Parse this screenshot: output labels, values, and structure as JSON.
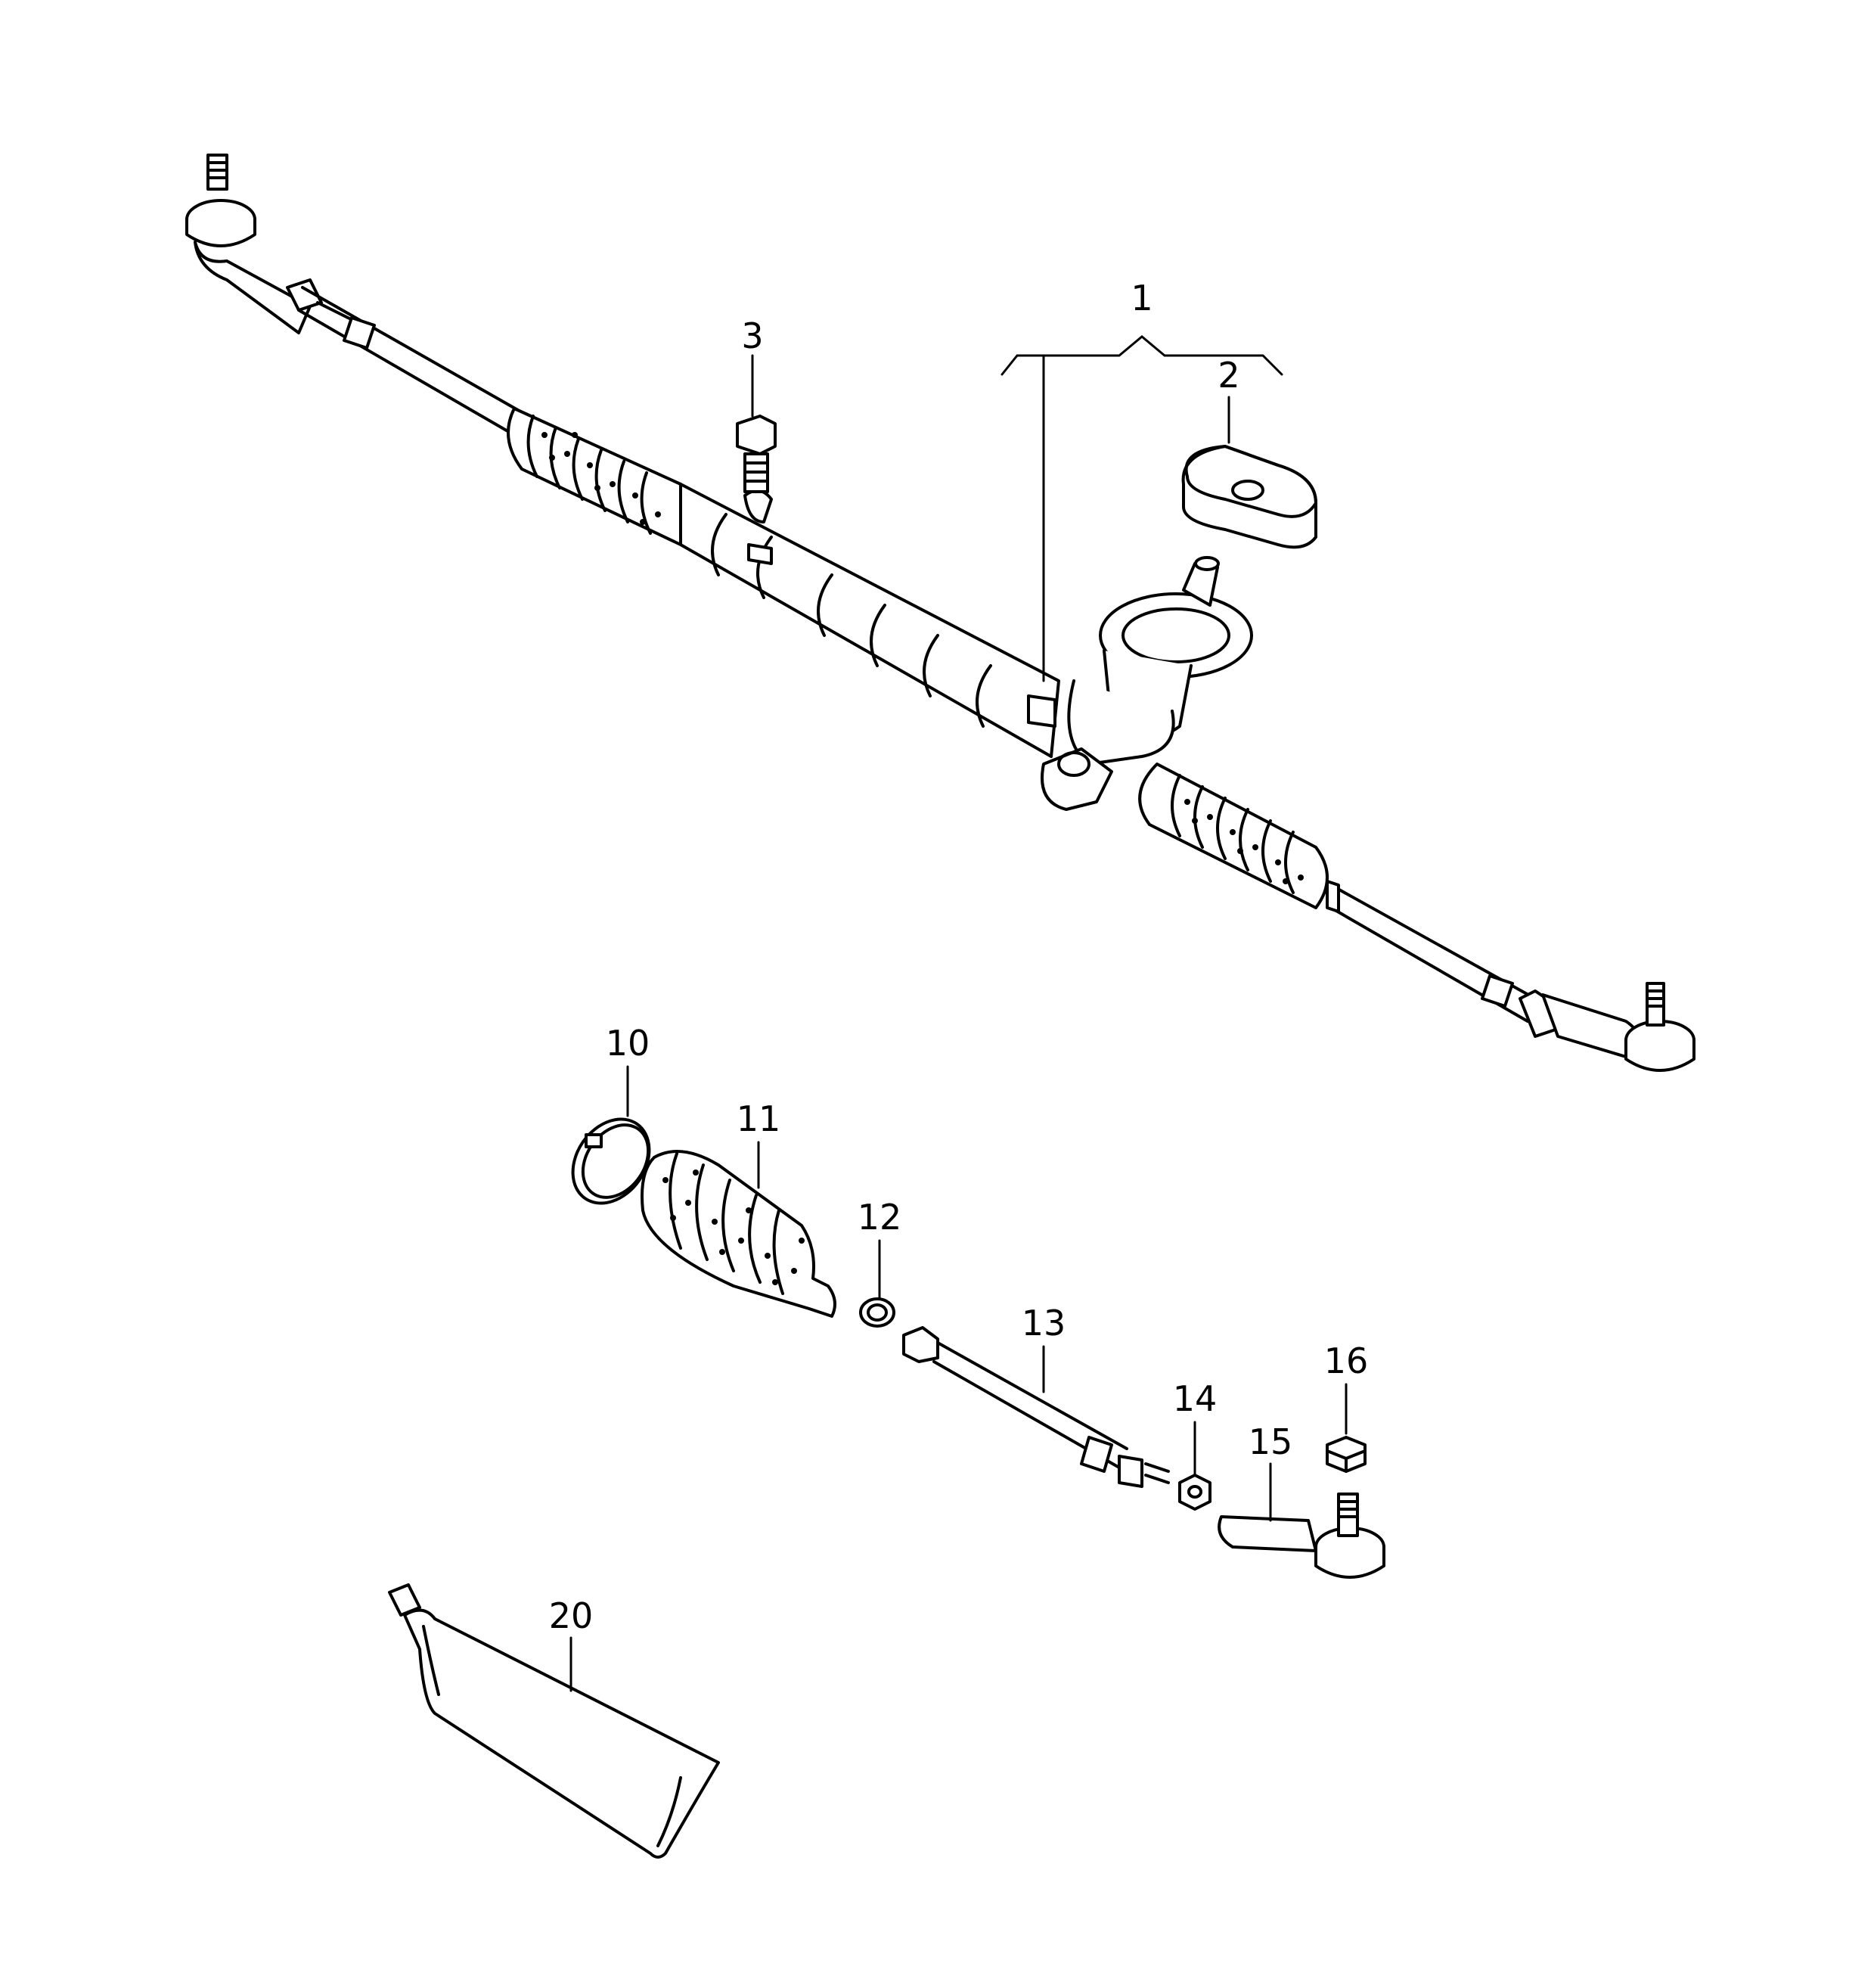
{
  "callouts": [
    {
      "id": "1",
      "label": "1"
    },
    {
      "id": "2",
      "label": "2"
    },
    {
      "id": "3",
      "label": "3"
    },
    {
      "id": "10",
      "label": "10"
    },
    {
      "id": "11",
      "label": "11"
    },
    {
      "id": "12",
      "label": "12"
    },
    {
      "id": "13",
      "label": "13"
    },
    {
      "id": "14",
      "label": "14"
    },
    {
      "id": "15",
      "label": "15"
    },
    {
      "id": "16",
      "label": "16"
    },
    {
      "id": "20",
      "label": "20"
    }
  ],
  "parts": [
    {
      "callout": "1",
      "icon": "steering-rack-assembly-icon"
    },
    {
      "callout": "2",
      "icon": "seal-gasket-icon"
    },
    {
      "callout": "3",
      "icon": "bolt-icon"
    },
    {
      "callout": "10",
      "icon": "clamp-ring-icon"
    },
    {
      "callout": "11",
      "icon": "bellows-boot-icon"
    },
    {
      "callout": "12",
      "icon": "small-clamp-icon"
    },
    {
      "callout": "13",
      "icon": "tie-rod-icon"
    },
    {
      "callout": "14",
      "icon": "lock-nut-icon"
    },
    {
      "callout": "15",
      "icon": "tie-rod-end-icon"
    },
    {
      "callout": "16",
      "icon": "self-locking-nut-icon"
    },
    {
      "callout": "20",
      "icon": "grease-tube-icon"
    }
  ]
}
